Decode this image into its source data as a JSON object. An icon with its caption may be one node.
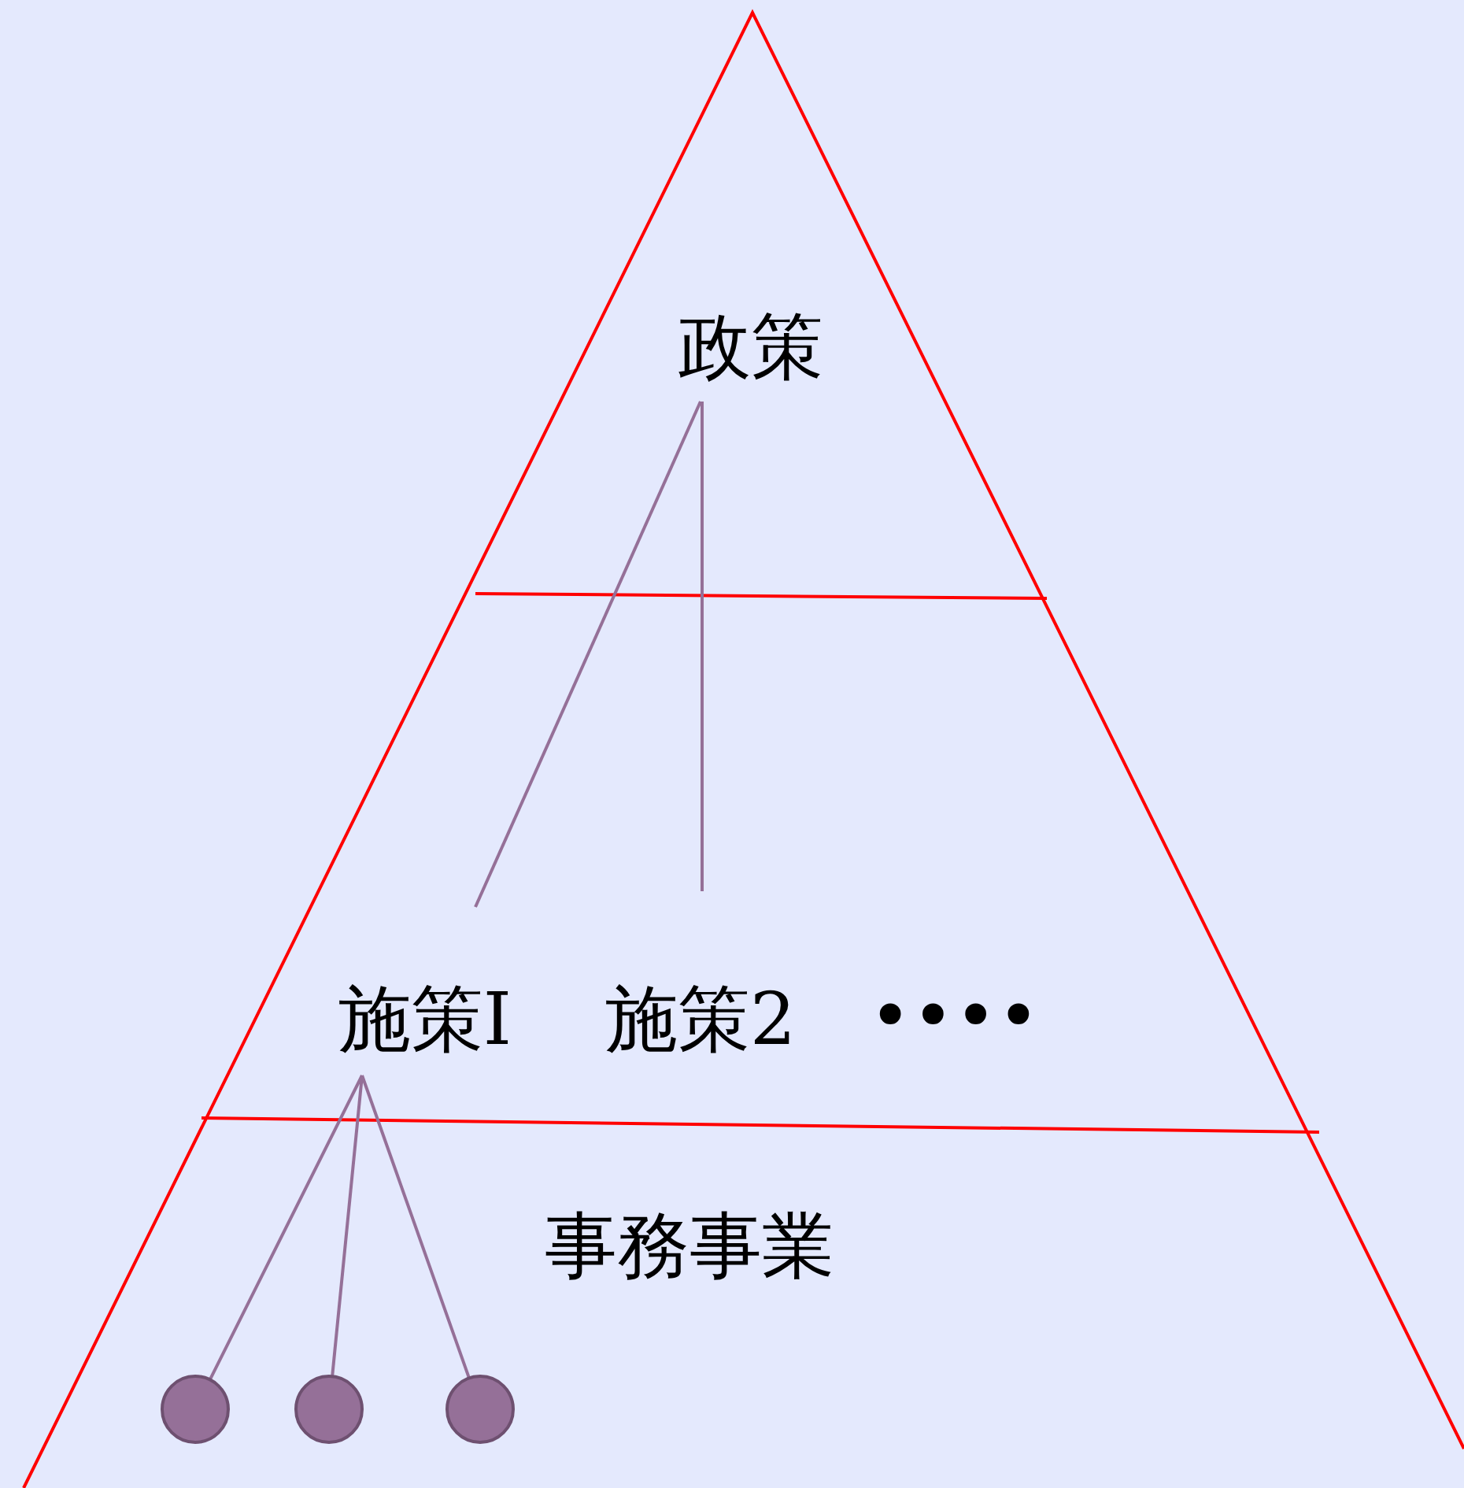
{
  "diagram": {
    "nodes": [
      {
        "text": [
          "政策"
        ]
      },
      {
        "text": [
          "施策I"
        ]
      },
      {
        "text": [
          "施策2"
        ]
      },
      {
        "text": [],
        "shape": "circle"
      },
      {
        "text": [],
        "shape": "circle"
      },
      {
        "text": [],
        "shape": "circle"
      }
    ],
    "edges": [
      {
        "from": 0,
        "to": 1,
        "arrow": "none"
      },
      {
        "from": 0,
        "to": 2,
        "arrow": "none"
      },
      {
        "from": 1,
        "to": 3,
        "arrow": "none"
      },
      {
        "from": 1,
        "to": 4,
        "arrow": "none"
      },
      {
        "from": 1,
        "to": 5,
        "arrow": "none"
      }
    ],
    "labels": [
      "••••",
      "事務事業"
    ]
  }
}
